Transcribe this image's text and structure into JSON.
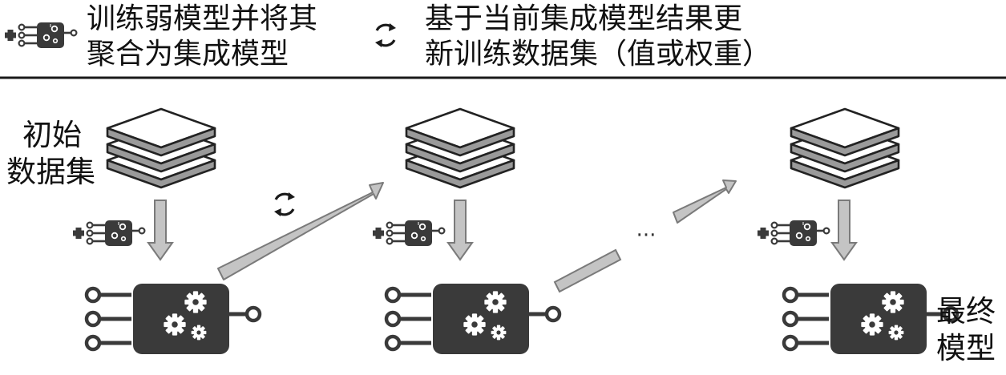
{
  "legend": {
    "weak_model": {
      "icon": "plus-chip-icon",
      "lines": [
        "训练弱模型并将其",
        "聚合为集成模型"
      ]
    },
    "update_data": {
      "icon": "cycle-arrows-icon",
      "lines": [
        "基于当前集成模型结果更",
        "新训练数据集（值或权重）"
      ]
    }
  },
  "stages": {
    "initial_label": [
      "初始",
      "数据集"
    ],
    "final_label": [
      "最终",
      "模型"
    ],
    "ellipsis": "···"
  },
  "colors": {
    "arrow_fill": "#c4c4c4",
    "arrow_stroke": "#7a7a7a",
    "chip": "#3a3a3a",
    "ink": "#111111"
  }
}
